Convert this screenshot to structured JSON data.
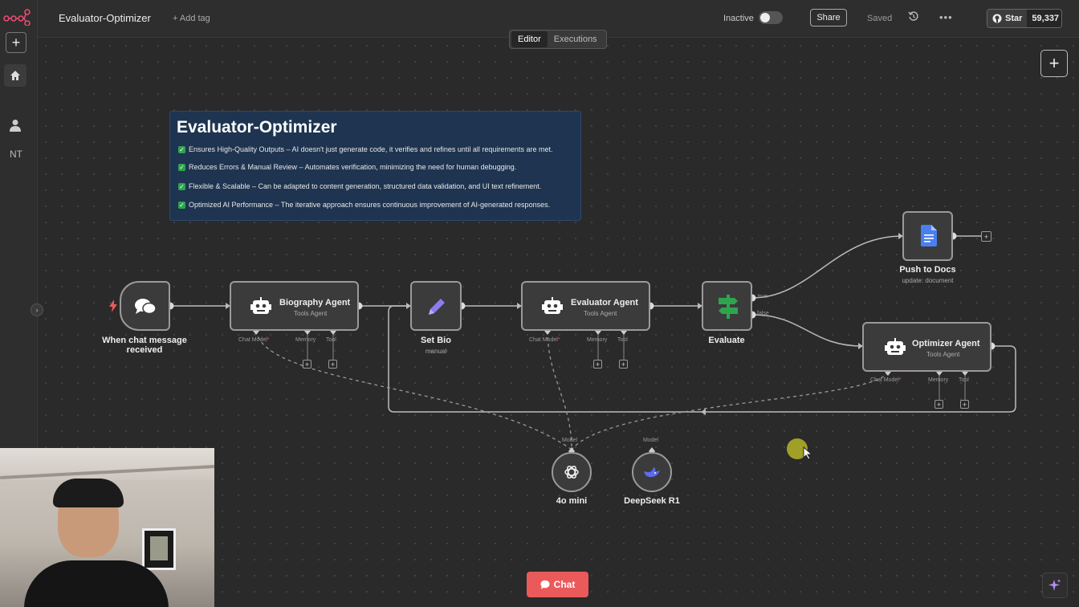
{
  "header": {
    "workflow_title": "Evaluator-Optimizer",
    "add_tag": "+ Add tag",
    "tabs": [
      {
        "label": "Editor",
        "active": true
      },
      {
        "label": "Executions",
        "active": false
      }
    ],
    "status_label": "Inactive",
    "share_label": "Share",
    "saved_label": "Saved",
    "github_star": "Star",
    "github_count": "59,337"
  },
  "sidebar": {
    "user_initials": "NT"
  },
  "note": {
    "title": "Evaluator-Optimizer",
    "items": [
      "Ensures High-Quality Outputs – AI doesn't just generate code, it verifies and refines until all requirements are met.",
      "Reduces Errors & Manual Review – Automates verification, minimizing the need for human debugging.",
      "Flexible & Scalable – Can be adapted to content generation, structured data validation, and UI text refinement.",
      "Optimized AI Performance – The iterative approach ensures continuous improvement of AI-generated responses."
    ]
  },
  "nodes": {
    "trigger": {
      "label_line1": "When chat message",
      "label_line2": "received"
    },
    "biography": {
      "title": "Biography Agent",
      "subtitle": "Tools Agent",
      "p_chat": "Chat Model",
      "p_memory": "Memory",
      "p_tool": "Tool"
    },
    "setbio": {
      "label": "Set Bio",
      "sublabel": "manual"
    },
    "evaluator": {
      "title": "Evaluator Agent",
      "subtitle": "Tools Agent",
      "p_chat": "Chat Model",
      "p_memory": "Memory",
      "p_tool": "Tool"
    },
    "evaluate": {
      "label": "Evaluate",
      "true_label": "true",
      "false_label": "false"
    },
    "docs": {
      "label": "Push to Docs",
      "sublabel": "update: document"
    },
    "optimizer": {
      "title": "Optimizer Agent",
      "subtitle": "Tools Agent",
      "p_chat": "Chat Model",
      "p_memory": "Memory",
      "p_tool": "Tool"
    },
    "mini": {
      "label": "4o mini",
      "port": "Model"
    },
    "deepseek": {
      "label": "DeepSeek R1",
      "port": "Model"
    }
  },
  "chat_button": "Chat",
  "colors": {
    "accent": "#ea5a5a",
    "note_bg": "#1e3450",
    "check": "#2ea44f",
    "evaluate_icon": "#2ea44f",
    "docs_icon": "#4a7ff0",
    "setbio_icon": "#8b7cf0"
  }
}
